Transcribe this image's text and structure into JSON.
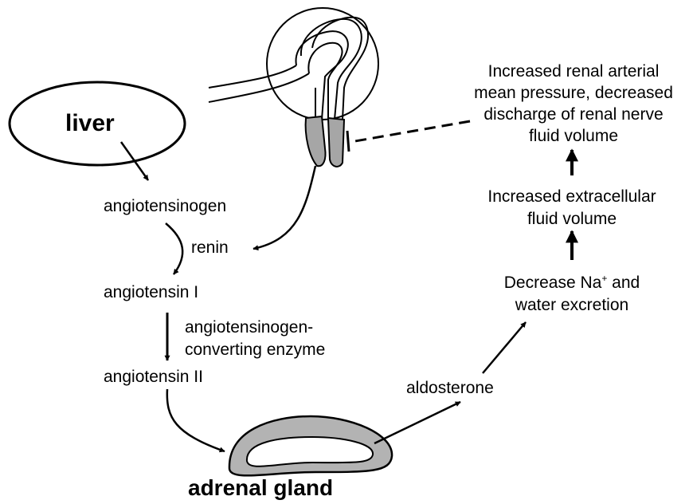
{
  "organs": {
    "liver": "liver",
    "adrenal_gland": "adrenal gland"
  },
  "pathway": {
    "angiotensinogen": "angiotensinogen",
    "renin": "renin",
    "angiotensin_1": "angiotensin I",
    "ace_line1": "angiotensinogen-",
    "ace_line2": "converting enzyme",
    "angiotensin_2": "angiotensin II",
    "aldosterone": "aldosterone"
  },
  "effects": {
    "na_line1_prefix": "Decrease Na",
    "na_superscript": "+",
    "na_line1_suffix": " and",
    "na_line2": "water excretion",
    "ecf_line1": "Increased extracellular",
    "ecf_line2": "fluid volume",
    "renal_line1": "Increased renal arterial",
    "renal_line2": "mean pressure, decreased",
    "renal_line3": "discharge of renal nerve",
    "renal_line4": "fluid volume"
  },
  "colors": {
    "gland_fill": "#b3b3b3",
    "line": "#000000"
  }
}
